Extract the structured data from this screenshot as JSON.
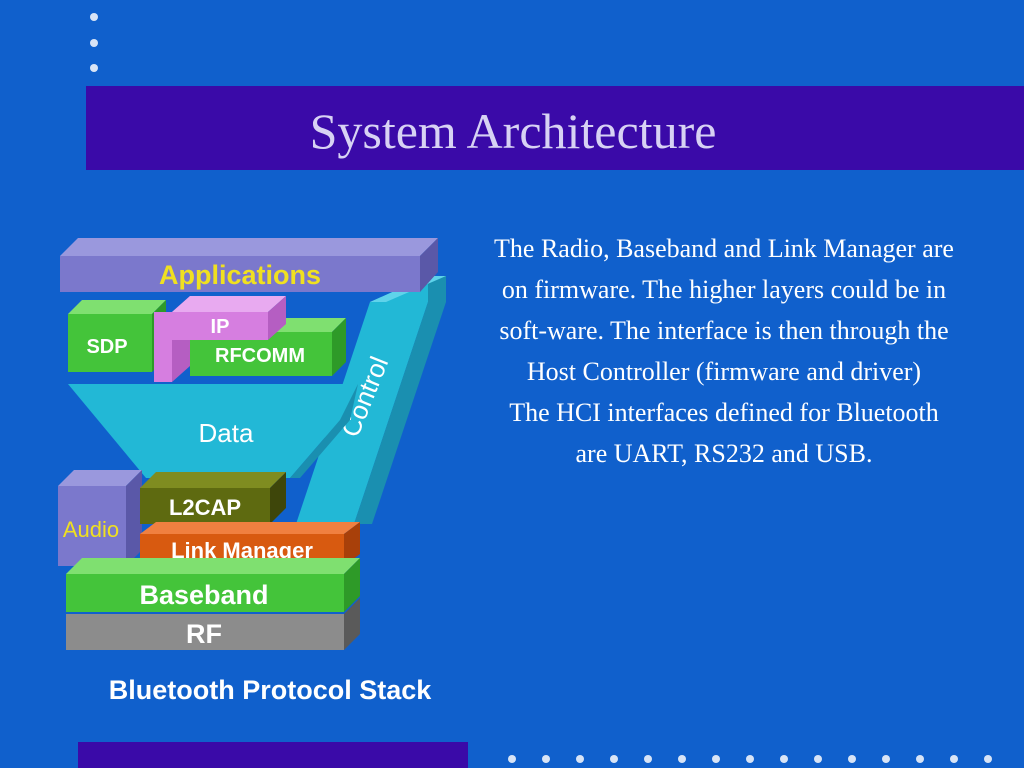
{
  "slide": {
    "title": "System Architecture",
    "description": [
      "The Radio, Baseband and  Link Manager are on firmware. The higher layers could be in soft-ware. The interface is then through the Host Controller (firmware and driver)",
      "The HCI interfaces defined for Bluetooth are UART, RS232 and USB."
    ]
  },
  "diagram": {
    "caption": "Bluetooth Protocol Stack",
    "layers": {
      "applications": "Applications",
      "sdp": "SDP",
      "ip": "IP",
      "rfcomm": "RFCOMM",
      "data": "Data",
      "control": "Control",
      "audio": "Audio",
      "l2cap": "L2CAP",
      "link_manager": "Link Manager",
      "baseband": "Baseband",
      "rf": "RF"
    },
    "colors": {
      "background": "#1060cc",
      "title_band": "#3a0aa8",
      "applications": "#7b78cc",
      "sdp_rfcomm_baseband": "#44c43a",
      "ip": "#d67ee0",
      "data_control": "#22b8d6",
      "audio": "#7b78cc",
      "l2cap": "#5e6a10",
      "link_manager": "#d85a10",
      "rf": "#8c8c8c",
      "audio_label": "#f0e020"
    }
  }
}
